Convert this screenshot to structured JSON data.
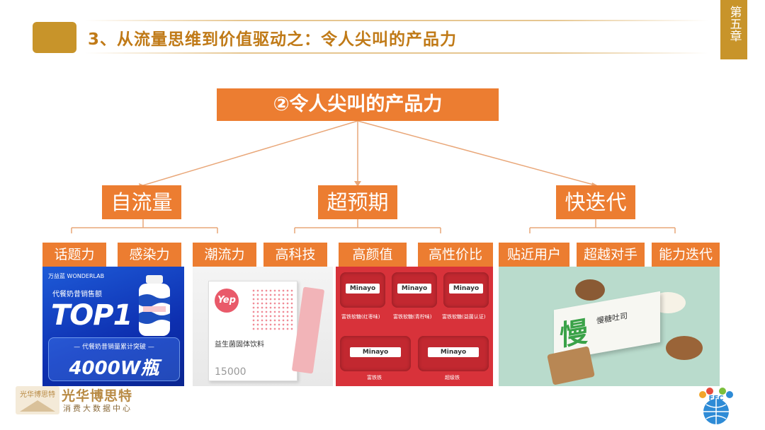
{
  "header": {
    "title": "3、从流量思维到价值驱动之：令人尖叫的产品力",
    "chapter": "第五章"
  },
  "main_node": "②令人尖叫的产品力",
  "categories": [
    {
      "label": "自流量",
      "subs": [
        "话题力",
        "感染力",
        "潮流力"
      ]
    },
    {
      "label": "超预期",
      "subs": [
        "高科技",
        "高颜值",
        "高性价比"
      ]
    },
    {
      "label": "快迭代",
      "subs": [
        "贴近用户",
        "超越对手",
        "能力迭代"
      ]
    }
  ],
  "panel1": {
    "brand": "万益蓝 WONDERLAB",
    "sub": "代餐奶昔销售额",
    "top": "TOP1",
    "box_line": "— 代餐奶昔销量累计突破 —",
    "box_big": "4000W瓶"
  },
  "panel2": {
    "logo": "Yep",
    "text": "益生菌固体饮料",
    "num": "15000"
  },
  "panel3": {
    "brand": "Minayo",
    "captions": [
      "富铁软糖(红枣味)",
      "富铁软糖(青柠味)",
      "富铁软糖(益菌认证)",
      "富铁铁",
      "超级铁"
    ]
  },
  "panel4": {
    "char": "慢",
    "label": "慢糖吐司"
  },
  "footer": {
    "org_title": "光华博思特",
    "org_sub": "消费大数据中心",
    "emblem_text": "光华博思特",
    "ffc": "FFC"
  },
  "colors": {
    "accent": "#ec7d31",
    "header_gold": "#c8942a",
    "title_text": "#c07a17",
    "connector": "#e9a779"
  }
}
